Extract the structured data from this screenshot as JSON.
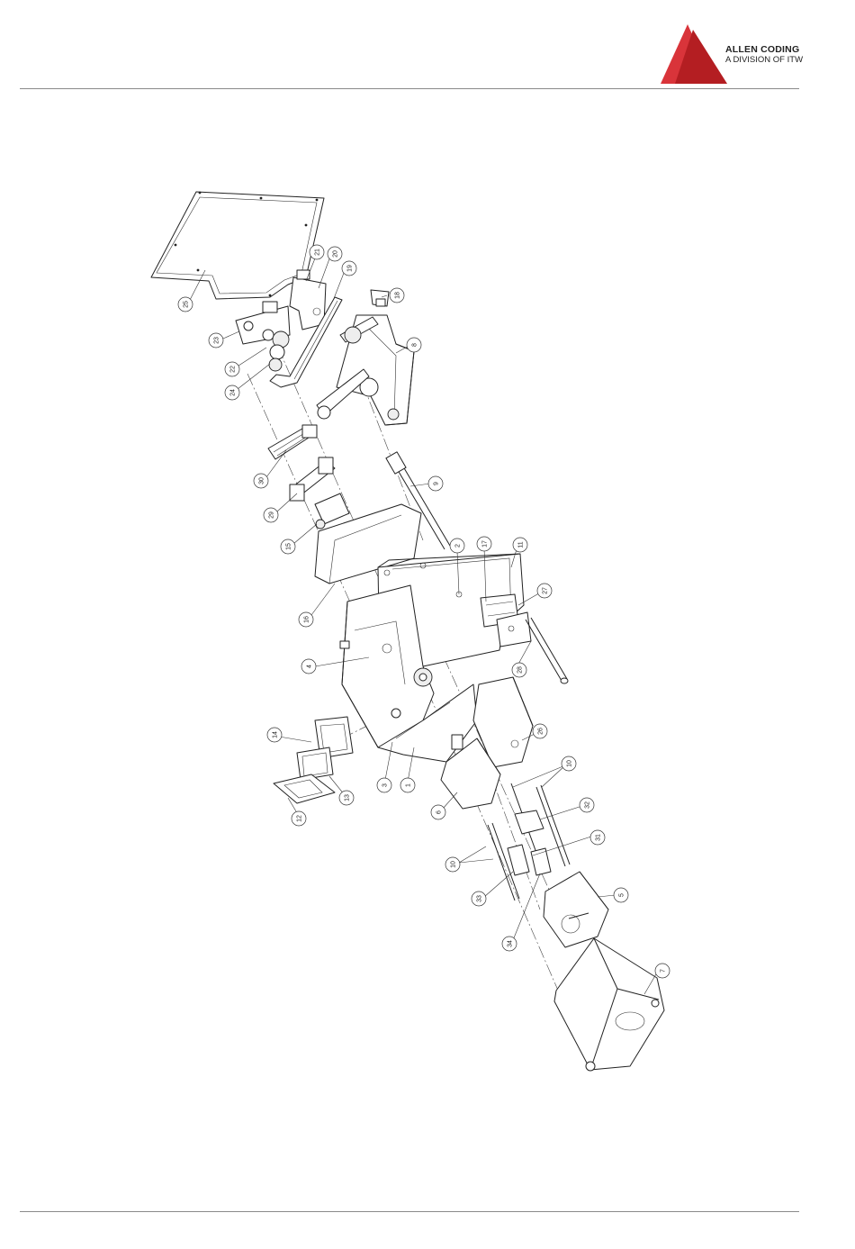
{
  "header": {
    "brand_name": "ALLEN CODING",
    "brand_sub": "A DIVISION OF ITW",
    "logo_colors": {
      "dark": "#b41e22",
      "light": "#d9343a"
    }
  },
  "diagram": {
    "item_numbers": [
      "25",
      "21",
      "20",
      "19",
      "18",
      "23",
      "22",
      "24",
      "8",
      "30",
      "29",
      "9",
      "15",
      "2",
      "17",
      "11",
      "27",
      "16",
      "4",
      "28",
      "26",
      "14",
      "3",
      "1",
      "13",
      "12",
      "6",
      "10",
      "32",
      "31",
      "33",
      "34",
      "5",
      "7"
    ]
  }
}
